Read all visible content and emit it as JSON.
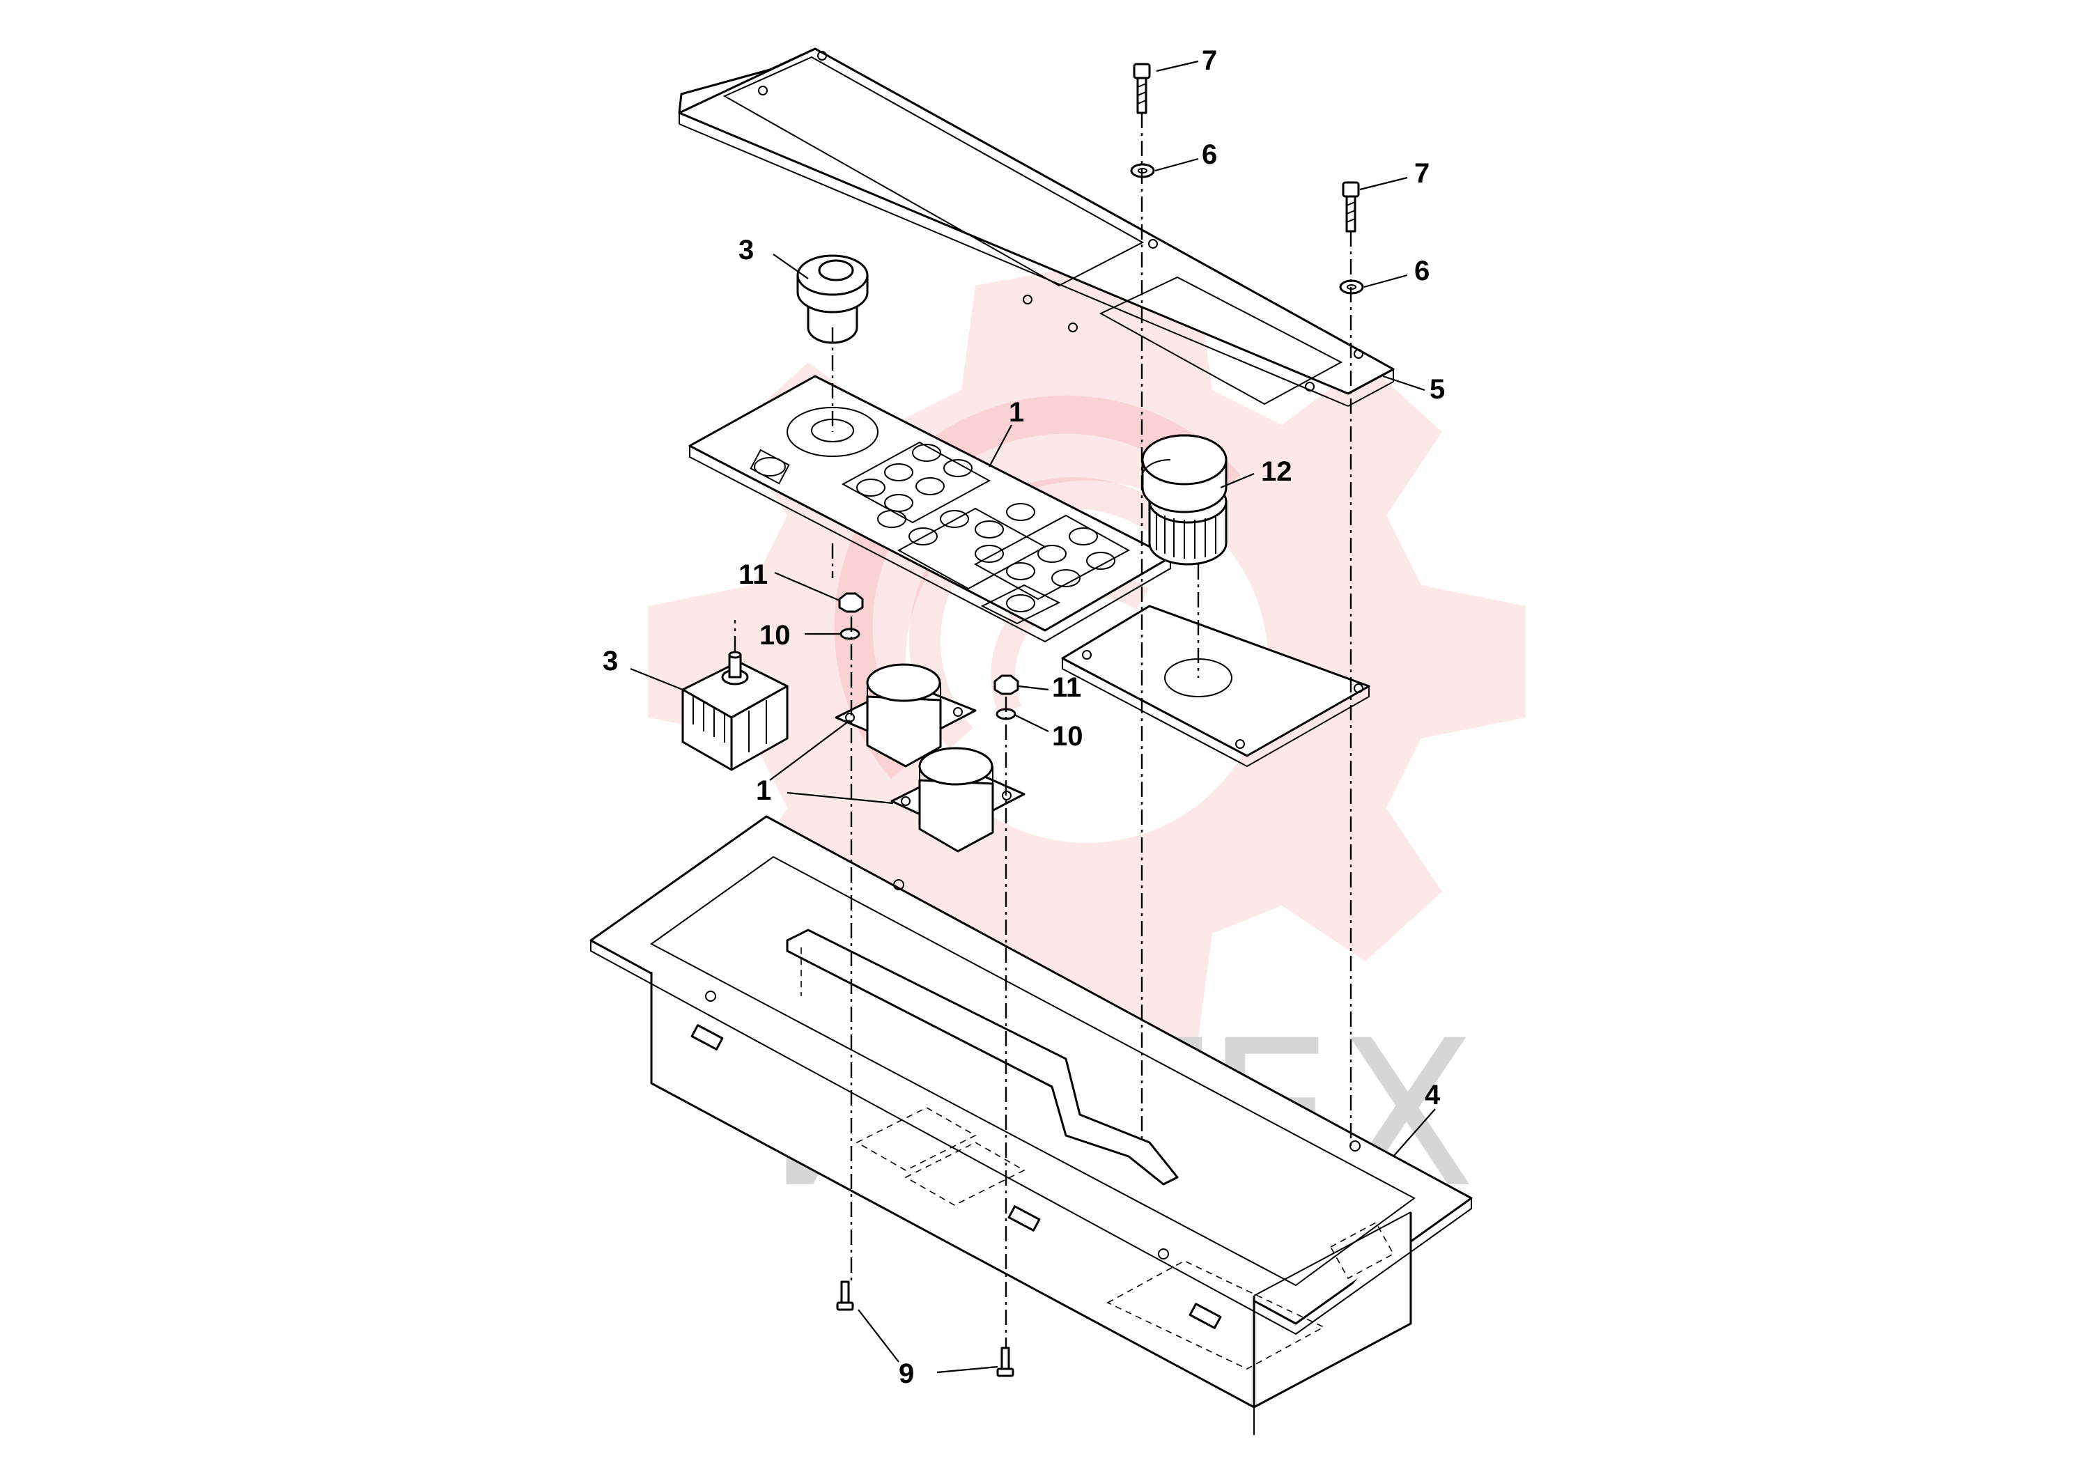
{
  "watermark": {
    "text": "ИНТЕХ",
    "gear_color": "#e8000b",
    "text_color": "#d6d6d6"
  },
  "callouts": [
    {
      "id": "c7a",
      "label": "7"
    },
    {
      "id": "c6a",
      "label": "6"
    },
    {
      "id": "c7b",
      "label": "7"
    },
    {
      "id": "c6b",
      "label": "6"
    },
    {
      "id": "c3a",
      "label": "3"
    },
    {
      "id": "c5",
      "label": "5"
    },
    {
      "id": "c1a",
      "label": "1"
    },
    {
      "id": "c12",
      "label": "12"
    },
    {
      "id": "c11a",
      "label": "11"
    },
    {
      "id": "c10a",
      "label": "10"
    },
    {
      "id": "c3b",
      "label": "3"
    },
    {
      "id": "c11b",
      "label": "11"
    },
    {
      "id": "c10b",
      "label": "10"
    },
    {
      "id": "c1b",
      "label": "1"
    },
    {
      "id": "c4",
      "label": "4"
    },
    {
      "id": "c9",
      "label": "9"
    }
  ]
}
